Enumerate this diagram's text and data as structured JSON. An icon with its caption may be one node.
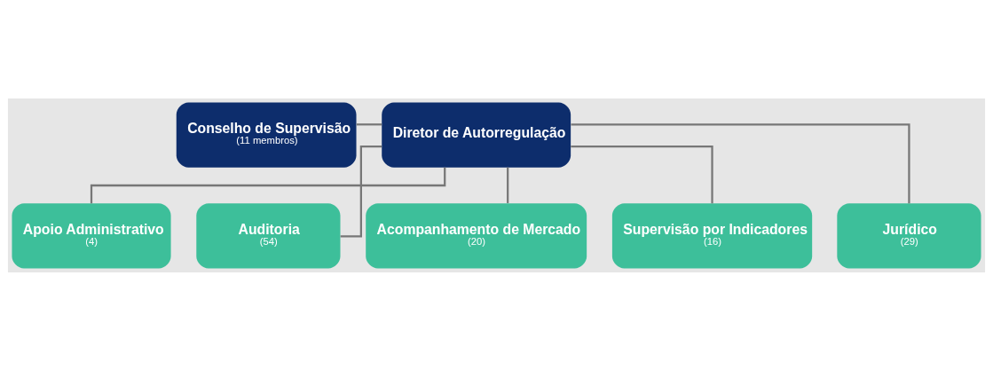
{
  "diagram": {
    "nodes": [
      {
        "text": [
          "Conselho de Supervisão",
          "(11 membros)"
        ]
      },
      {
        "text": [
          "Diretor de Autorregulação"
        ]
      },
      {
        "text": [
          "Apoio Administrativo",
          "(4)"
        ]
      },
      {
        "text": [
          "Auditoria",
          "(54)"
        ]
      },
      {
        "text": [
          "Acompanhamento de Mercado",
          "(20)"
        ]
      },
      {
        "text": [
          "Supervisão por Indicadores",
          "(16)"
        ]
      },
      {
        "text": [
          "Jurídico",
          "(29)"
        ]
      }
    ],
    "edges": [
      {
        "from": 0,
        "to": 1,
        "arrow": "none"
      },
      {
        "from": 1,
        "to": 2,
        "arrow": "none"
      },
      {
        "from": 1,
        "to": 3,
        "arrow": "none"
      },
      {
        "from": 1,
        "to": 4,
        "arrow": "none"
      },
      {
        "from": 1,
        "to": 5,
        "arrow": "none"
      },
      {
        "from": 1,
        "to": 6,
        "arrow": "none"
      }
    ]
  }
}
